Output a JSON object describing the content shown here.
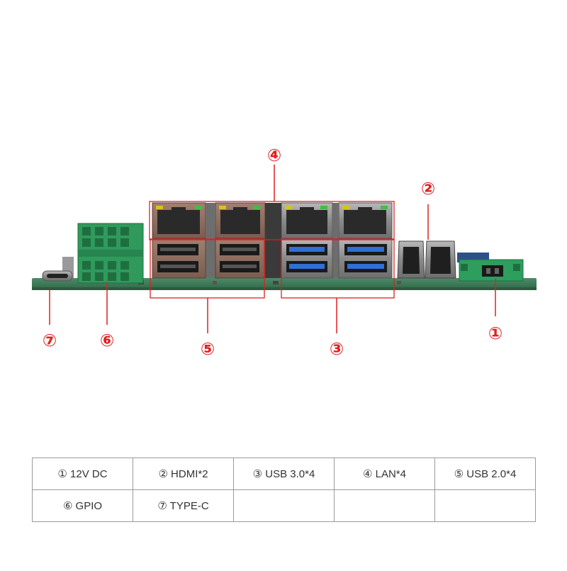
{
  "colors": {
    "callout_red": "#e02020",
    "pcb_green": "#3a7d5a",
    "terminal_green": "#2e9e5e",
    "metal_gray": "#8c8c8c",
    "usb3_blue": "#2f6fd6",
    "usb2_black": "#1a1a1a",
    "led_yellow": "#d8c21e",
    "led_green": "#3fbf3f"
  },
  "callouts": {
    "c1": "①",
    "c2": "②",
    "c3": "③",
    "c4": "④",
    "c5": "⑤",
    "c6": "⑥",
    "c7": "⑦"
  },
  "components": {
    "dc_jack": "dc-12v-terminal-icon",
    "hdmi": "hdmi-port-icon",
    "usb3": "usb3-port-icon",
    "lan": "rj45-port-icon",
    "usb2": "usb2-port-icon",
    "gpio": "gpio-terminal-block-icon",
    "typec": "usb-type-c-port-icon"
  },
  "legend": {
    "rows": [
      [
        "① 12V DC",
        "② HDMI*2",
        "③ USB 3.0*4",
        "④ LAN*4",
        "⑤ USB 2.0*4"
      ],
      [
        "⑥ GPIO",
        "⑦ TYPE-C",
        "",
        "",
        ""
      ]
    ]
  }
}
